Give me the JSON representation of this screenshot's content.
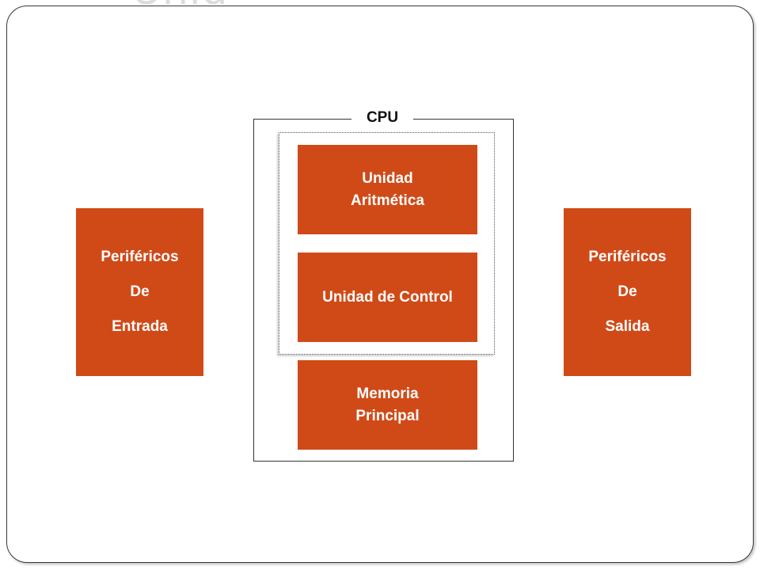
{
  "slide": {
    "title": "Unid"
  },
  "cpu": {
    "label": "CPU",
    "alu_lines": [
      "Unidad",
      "Aritmética"
    ],
    "control_unit": "Unidad de Control",
    "memory_lines": [
      "Memoria",
      "Principal"
    ]
  },
  "peripherals": {
    "input_lines": [
      "Periféricos",
      "De",
      "Entrada"
    ],
    "output_lines": [
      "Periféricos",
      "De",
      "Salida"
    ]
  },
  "colors": {
    "block_fill": "#d04a18",
    "block_text": "#ffffff",
    "frame_border": "#3a3a3a"
  }
}
